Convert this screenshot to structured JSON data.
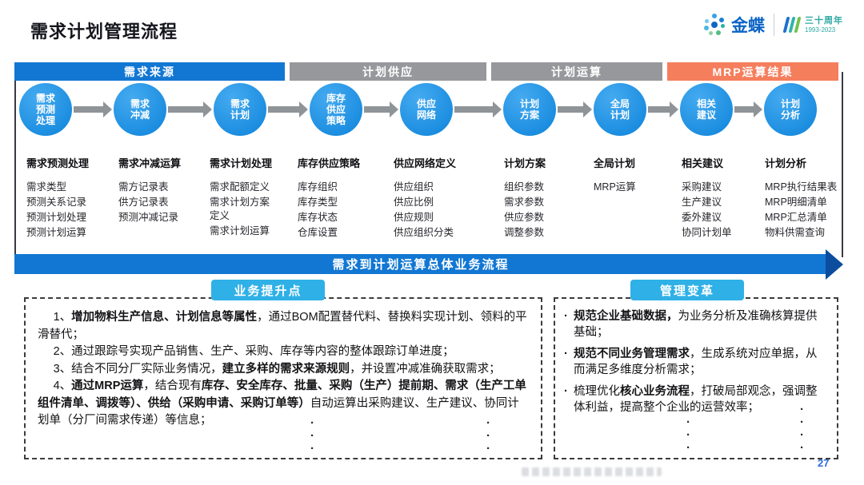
{
  "page": {
    "title": "需求计划管理流程",
    "page_number": "27"
  },
  "logo": {
    "brand": "金蝶",
    "anniversary": "三十周年",
    "years": "1993-2023"
  },
  "banners": [
    {
      "label": "需求来源",
      "color": "#1277d3"
    },
    {
      "label": "计划供应",
      "color": "#97989b"
    },
    {
      "label": "计划运算",
      "color": "#97989b"
    },
    {
      "label": "MRP运算结果",
      "color": "#f57e5d"
    }
  ],
  "flow": {
    "columns": [
      {
        "circle": "需求\n预测\n处理",
        "header": "需求预测处理",
        "items": [
          "需求类型",
          "预测关系记录",
          "预测计划处理",
          "预测计划运算"
        ]
      },
      {
        "circle": "需求\n冲减",
        "header": "需求冲减运算",
        "items": [
          "需方记录表",
          "供方记录表",
          "预测冲减记录"
        ]
      },
      {
        "circle": "需求\n计划",
        "header": "需求计划处理",
        "items": [
          "需求配额定义",
          "需求计划方案定义",
          "需求计划运算"
        ]
      },
      {
        "circle": "库存\n供应\n策略",
        "header": "库存供应策略",
        "items": [
          "库存组织",
          "库存类型",
          "库存状态",
          "仓库设置"
        ]
      },
      {
        "circle": "供应\n网络",
        "header": "供应网络定义",
        "items": [
          "供应组织",
          "供应比例",
          "供应规则",
          "供应组织分类"
        ]
      },
      {
        "circle": "计划\n方案",
        "header": "计划方案",
        "items": [
          "组织参数",
          "需求参数",
          "供应参数",
          "调整参数"
        ]
      },
      {
        "circle": "全局\n计划",
        "header": "全局计划",
        "items": [
          "MRP运算"
        ]
      },
      {
        "circle": "相关\n建议",
        "header": "相关建议",
        "items": [
          "采购建议",
          "生产建议",
          "委外建议",
          "协同计划单"
        ]
      },
      {
        "circle": "计划\n分析",
        "header": "计划分析",
        "items": [
          "MRP执行结果表",
          "MRP明细清单",
          "MRP汇总清单",
          "物料供需查询"
        ]
      }
    ]
  },
  "bottom_banner": "需求到计划运算总体业务流程",
  "left_panel": {
    "button": "业务提升点",
    "paragraphs": [
      {
        "segments": [
          {
            "t": "1、",
            "b": false
          },
          {
            "t": "增加物料生产信息、计划信息等属性",
            "b": true
          },
          {
            "t": "，通过BOM配置替代料、替换料实现计划、领料的平滑替代；",
            "b": false
          }
        ]
      },
      {
        "segments": [
          {
            "t": "2、通过跟踪号实现产品销售、生产、采购、库存等内容的整体跟踪订单进度；",
            "b": false
          }
        ]
      },
      {
        "segments": [
          {
            "t": "3、结合不同分厂实际业务情况，",
            "b": false
          },
          {
            "t": "建立多样的需求来源规则",
            "b": true
          },
          {
            "t": "，并设置冲减准确获取需求；",
            "b": false
          }
        ]
      },
      {
        "segments": [
          {
            "t": "4、",
            "b": false
          },
          {
            "t": "通过MRP运算",
            "b": true
          },
          {
            "t": "，结合现有",
            "b": false
          },
          {
            "t": "库存、安全库存、批量、采购（生产）提前期、需求（生产工单组件清单、调拨等）、供给（采购申请、采购订单等）",
            "b": true
          },
          {
            "t": "自动运算出采购建议、生产建议、协同计划单（分厂间需求传递）等信息；",
            "b": false
          }
        ]
      }
    ]
  },
  "right_panel": {
    "button": "管理变革",
    "bullet_char": "·",
    "bullets": [
      {
        "segments": [
          {
            "t": "规范企业基础数据，",
            "b": true
          },
          {
            "t": "为业务分析及准确核算提供基础；",
            "b": false
          }
        ]
      },
      {
        "segments": [
          {
            "t": "规范不同业务管理需求",
            "b": true
          },
          {
            "t": "，生成系统对应单据，从而满足多维度分析需求；",
            "b": false
          }
        ]
      },
      {
        "segments": [
          {
            "t": "梳理优化",
            "b": false
          },
          {
            "t": "核心业务流程",
            "b": true
          },
          {
            "t": "，打破局部观念，强调整体利益，提高整个企业的运营效率；",
            "b": false
          }
        ]
      }
    ]
  },
  "ellipses": {
    "left_box": [
      "·\n·\n·",
      "·\n·\n·"
    ],
    "right_box": [
      "·\n·\n·\n·",
      "·\n·\n·\n·"
    ]
  }
}
